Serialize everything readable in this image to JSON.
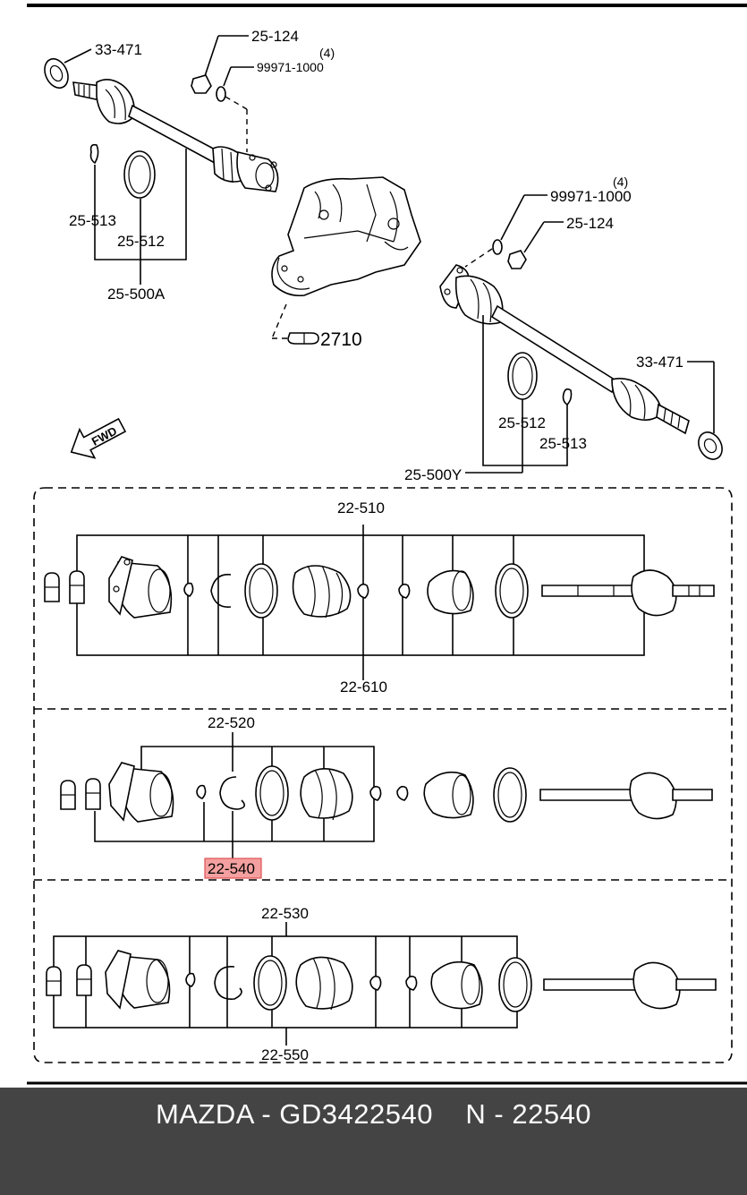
{
  "labels": {
    "top_left_33_471": "33-471",
    "top_left_25_124": "25-124",
    "top_left_qty": "(4)",
    "top_left_99971": "99971-1000",
    "left_25_513": "25-513",
    "left_25_512": "25-512",
    "left_25_500a": "25-500A",
    "diff_2710": "2710",
    "right_qty": "(4)",
    "right_99971": "99971-1000",
    "right_25_124": "25-124",
    "right_33_471": "33-471",
    "right_25_512": "25-512",
    "right_25_513": "25-513",
    "right_25_500y": "25-500Y",
    "fwd": "FWD",
    "p1_22_510": "22-510",
    "p1_22_610": "22-610",
    "p2_22_520": "22-520",
    "p2_22_540": "22-540",
    "p3_22_530": "22-530",
    "p3_22_550": "22-550"
  },
  "highlight": {
    "part": "22-540",
    "color": "#f4a0a0"
  },
  "footer": {
    "text": "MAZDA - GD3422540    N - 22540",
    "background": "#444444",
    "color": "#ffffff"
  }
}
